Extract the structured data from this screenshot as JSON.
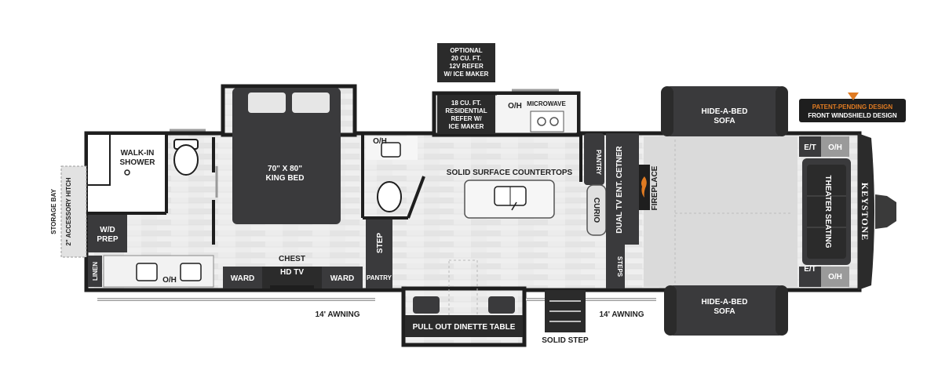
{
  "plan": {
    "storage_bay": "STORAGE BAY",
    "accessory_hitch": "2\" ACCESSORY HITCH",
    "walk_in_shower_1": "WALK-IN",
    "walk_in_shower_2": "SHOWER",
    "wd_prep_1": "W/D",
    "wd_prep_2": "PREP",
    "linen": "LINEN",
    "oh_bath": "O/H",
    "king_bed_1": "70\" X 80\"",
    "king_bed_2": "KING BED",
    "chest": "CHEST",
    "hd_tv": "HD TV",
    "ward_left": "WARD",
    "ward_right": "WARD",
    "oh_sink": "O/H",
    "step_mid": "STEP",
    "pantry_small": "PANTRY",
    "optional_refer_1": "OPTIONAL",
    "optional_refer_2": "20 CU. FT.",
    "optional_refer_3": "12V REFER",
    "optional_refer_4": "W/ ICE MAKER",
    "refer_1": "18 CU. FT.",
    "refer_2": "RESIDENTIAL",
    "refer_3": "REFER W/",
    "refer_4": "ICE MAKER",
    "oh_kitchen": "O/H",
    "microwave": "MICROWAVE",
    "countertops": "SOLID SURFACE COUNTERTOPS",
    "pantry_tall": "PANTRY",
    "curio": "CURIO",
    "dual_tv": "DUAL TV ENT. CETNER",
    "fireplace": "FIREPLACE",
    "steps": "STEPS",
    "sofa_top_1": "HIDE-A-BED",
    "sofa_top_2": "SOFA",
    "sofa_bottom_1": "HIDE-A-BED",
    "sofa_bottom_2": "SOFA",
    "et_top": "E/T",
    "oh_top": "O/H",
    "et_bottom": "E/T",
    "oh_bottom": "O/H",
    "theater_seating": "THEATER SEATING",
    "keystone": "KEYSTONE",
    "patent_1": "PATENT-PENDING DESIGN",
    "patent_2": "FRONT WINDSHIELD DESIGN",
    "awning_left": "14' AWNING",
    "awning_right": "14' AWNING",
    "dinette": "PULL OUT DINETTE TABLE",
    "solid_step": "SOLID STEP"
  },
  "colors": {
    "wall": "#1e1e1e",
    "floor": "#e9e9e9",
    "carpet": "#d7d7d7",
    "furniture_dark": "#3a3a3c",
    "accent_orange": "#e07b22"
  }
}
